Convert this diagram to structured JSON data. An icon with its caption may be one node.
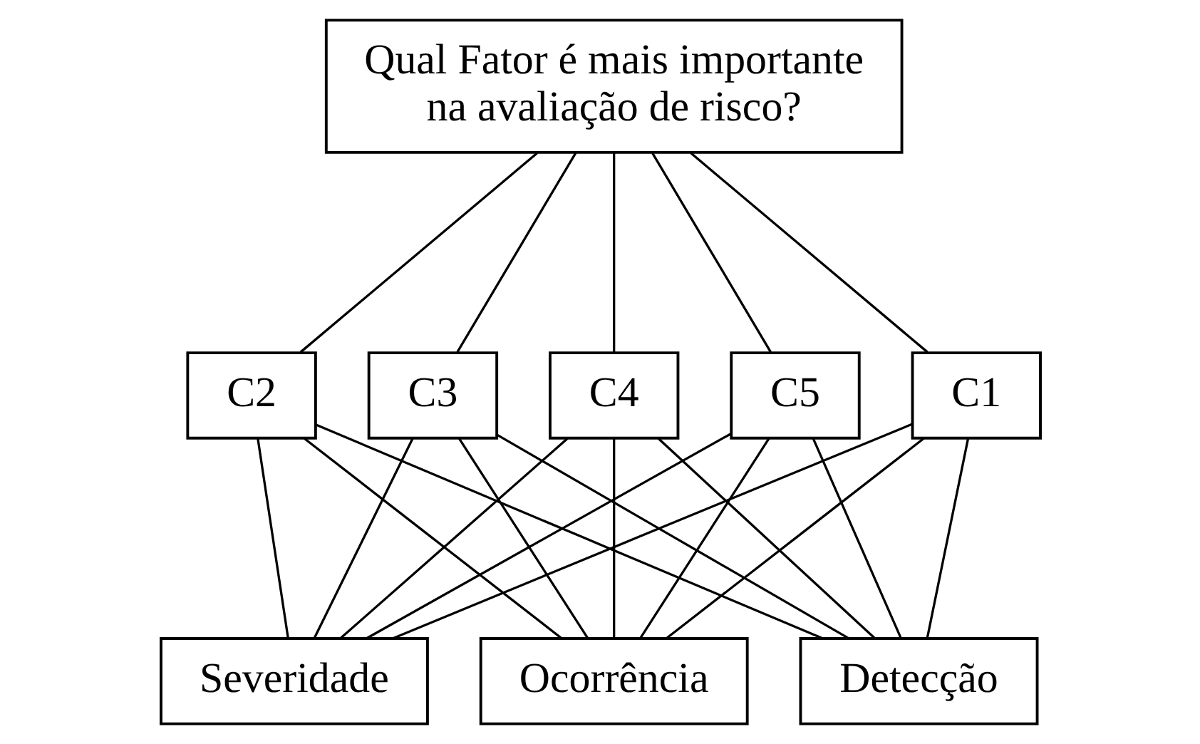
{
  "diagram": {
    "nodes": [
      {
        "text": [
          "Qual Fator é mais importante na avaliação de risco?"
        ]
      },
      {
        "text": [
          "C1"
        ]
      },
      {
        "text": [
          "C2"
        ]
      },
      {
        "text": [
          "C3"
        ]
      },
      {
        "text": [
          "C4"
        ]
      },
      {
        "text": [
          "C5"
        ]
      },
      {
        "text": [
          "Severidade"
        ]
      },
      {
        "text": [
          "Ocorrência"
        ]
      },
      {
        "text": [
          "Detecção"
        ]
      }
    ],
    "edges": [
      {
        "from": 0,
        "to": 1,
        "arrow": "none"
      },
      {
        "from": 0,
        "to": 2,
        "arrow": "none"
      },
      {
        "from": 0,
        "to": 3,
        "arrow": "none"
      },
      {
        "from": 0,
        "to": 4,
        "arrow": "none"
      },
      {
        "from": 0,
        "to": 5,
        "arrow": "none"
      },
      {
        "from": 1,
        "to": 6,
        "arrow": "none"
      },
      {
        "from": 1,
        "to": 7,
        "arrow": "none"
      },
      {
        "from": 1,
        "to": 8,
        "arrow": "none"
      },
      {
        "from": 2,
        "to": 6,
        "arrow": "none"
      },
      {
        "from": 2,
        "to": 7,
        "arrow": "none"
      },
      {
        "from": 2,
        "to": 8,
        "arrow": "none"
      },
      {
        "from": 3,
        "to": 6,
        "arrow": "none"
      },
      {
        "from": 3,
        "to": 7,
        "arrow": "none"
      },
      {
        "from": 3,
        "to": 8,
        "arrow": "none"
      },
      {
        "from": 4,
        "to": 6,
        "arrow": "none"
      },
      {
        "from": 4,
        "to": 7,
        "arrow": "none"
      },
      {
        "from": 4,
        "to": 8,
        "arrow": "none"
      },
      {
        "from": 5,
        "to": 6,
        "arrow": "none"
      },
      {
        "from": 5,
        "to": 7,
        "arrow": "none"
      },
      {
        "from": 5,
        "to": 8,
        "arrow": "none"
      }
    ]
  }
}
